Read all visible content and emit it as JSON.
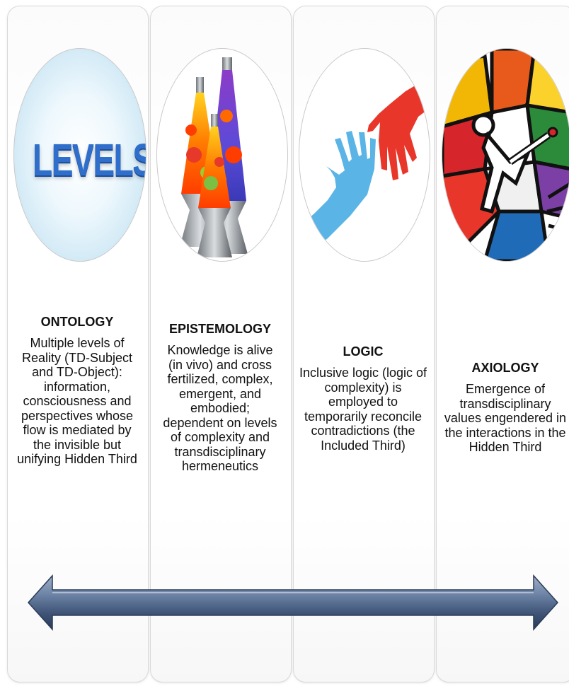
{
  "columns": [
    {
      "image_label": "LEVELS",
      "heading": "ONTOLOGY",
      "text": "Multiple levels of Reality (TD-Subject and TD-Object): information, consciousness and perspectives whose flow is mediated by the invisible but unifying Hidden Third"
    },
    {
      "heading": "EPISTEMOLOGY",
      "text": "Knowledge is alive (in vivo) and cross fertilized, complex, emergent, and embodied; dependent on levels of complexity and transdisciplinary hermeneutics"
    },
    {
      "heading": "LOGIC",
      "text": "Inclusive logic (logic of complexity) is employed to temporarily reconcile contradictions (the Included Third)"
    },
    {
      "heading": "AXIOLOGY",
      "text": "Emergence of transdisciplinary values engendered in the interactions in the Hidden Third"
    }
  ],
  "colors": {
    "levels_blue": "#2f6fcb",
    "arrow_steel": "#5d7394",
    "hand_red": "#e8372a",
    "hand_blue": "#5ab4e6"
  }
}
